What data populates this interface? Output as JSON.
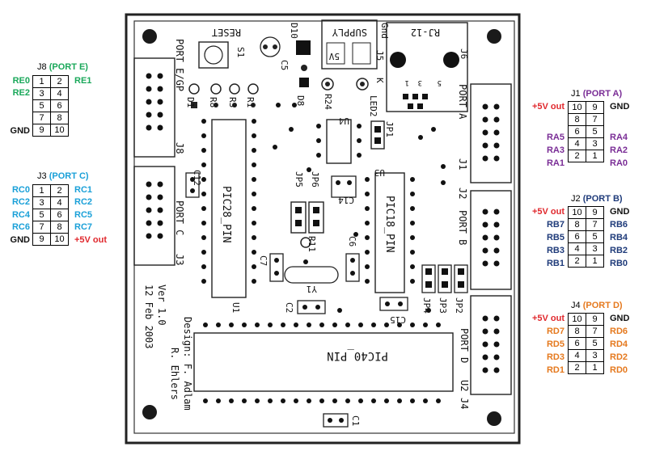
{
  "colors": {
    "green": "#1aa85a",
    "cyan": "#1aa0d8",
    "purple": "#7a2d96",
    "navy": "#1f3b7a",
    "orange": "#e5791e",
    "red": "#e0282d",
    "black": "#111111"
  },
  "j8": {
    "name": "J8",
    "port": "(PORT E)",
    "rows": [
      {
        "left": "RE0",
        "a": "1",
        "b": "2",
        "right": "RE1"
      },
      {
        "left": "RE2",
        "a": "3",
        "b": "4",
        "right": ""
      },
      {
        "left": "",
        "a": "5",
        "b": "6",
        "right": ""
      },
      {
        "left": "",
        "a": "7",
        "b": "8",
        "right": ""
      },
      {
        "left": "GND",
        "a": "9",
        "b": "10",
        "right": ""
      }
    ]
  },
  "j3": {
    "name": "J3",
    "port": "(PORT C)",
    "rows": [
      {
        "left": "RC0",
        "a": "1",
        "b": "2",
        "right": "RC1"
      },
      {
        "left": "RC2",
        "a": "3",
        "b": "4",
        "right": "RC2"
      },
      {
        "left": "RC4",
        "a": "5",
        "b": "6",
        "right": "RC5"
      },
      {
        "left": "RC6",
        "a": "7",
        "b": "8",
        "right": "RC7"
      },
      {
        "left": "GND",
        "a": "9",
        "b": "10",
        "right": "+5V out"
      }
    ]
  },
  "j1": {
    "name": "J1",
    "port": "(PORT A)",
    "rows": [
      {
        "left": "+5V out",
        "a": "10",
        "b": "9",
        "right": "GND"
      },
      {
        "left": "",
        "a": "8",
        "b": "7",
        "right": ""
      },
      {
        "left": "RA5",
        "a": "6",
        "b": "5",
        "right": "RA4"
      },
      {
        "left": "RA3",
        "a": "4",
        "b": "3",
        "right": "RA2"
      },
      {
        "left": "RA1",
        "a": "2",
        "b": "1",
        "right": "RA0"
      }
    ]
  },
  "j2": {
    "name": "J2",
    "port": "(PORT B)",
    "rows": [
      {
        "left": "+5V out",
        "a": "10",
        "b": "9",
        "right": "GND"
      },
      {
        "left": "RB7",
        "a": "8",
        "b": "7",
        "right": "RB6"
      },
      {
        "left": "RB5",
        "a": "6",
        "b": "5",
        "right": "RB4"
      },
      {
        "left": "RB3",
        "a": "4",
        "b": "3",
        "right": "RB2"
      },
      {
        "left": "RB1",
        "a": "2",
        "b": "1",
        "right": "RB0"
      }
    ]
  },
  "j4": {
    "name": "J4",
    "port": "(PORT D)",
    "rows": [
      {
        "left": "+5V out",
        "a": "10",
        "b": "9",
        "right": "GND"
      },
      {
        "left": "RD7",
        "a": "8",
        "b": "7",
        "right": "RD6"
      },
      {
        "left": "RD5",
        "a": "6",
        "b": "5",
        "right": "RD4"
      },
      {
        "left": "RD3",
        "a": "4",
        "b": "3",
        "right": "RD2"
      },
      {
        "left": "RD1",
        "a": "2",
        "b": "1",
        "right": "RD0"
      }
    ]
  },
  "board": {
    "reset": "RESET",
    "supply": "SUPPLY",
    "rj12": "RJ-12",
    "gnd": "Gnd",
    "v5": "5V",
    "j5": "J5",
    "j6": "J6",
    "k": "K",
    "led2": "LED2",
    "d10": "D10",
    "c5": "C5",
    "s1": "S1",
    "r24": "R24",
    "d8": "D8",
    "d1": "D1",
    "r8": "R8",
    "r3": "R3",
    "r1": "R1",
    "port_eg": "PORT E/GP",
    "j8": "J8",
    "port_a": "PORT A",
    "j1": "J1",
    "j2": "J2",
    "port_b": "PORT B",
    "port_d": "PORT D",
    "j4": "J4",
    "u2": "U2",
    "port_c": "PORT C",
    "j3": "J3",
    "c12": "C12",
    "pic28": "PIC28_PIN",
    "u1": "U1",
    "u4": "U4",
    "jp1": "JP1",
    "jp5": "JP5",
    "jp6": "JP6",
    "c14": "C14",
    "u3": "U3",
    "pic18": "PIC18_PIN",
    "r11": "R11",
    "c6": "C6",
    "c7": "C7",
    "y1": "Y1",
    "c2": "C2",
    "jp4": "JP4",
    "jp3": "JP3",
    "jp2": "JP2",
    "c15": "C15",
    "pic40": "PIC40_PIN",
    "c1": "C1",
    "design": "Design: F. Adlam",
    "ver": "Ver 1.0",
    "ehlers": "R. Ehlers",
    "date": "12 Feb 2003",
    "jp_small": "3",
    "one": "1",
    "five": "5"
  }
}
